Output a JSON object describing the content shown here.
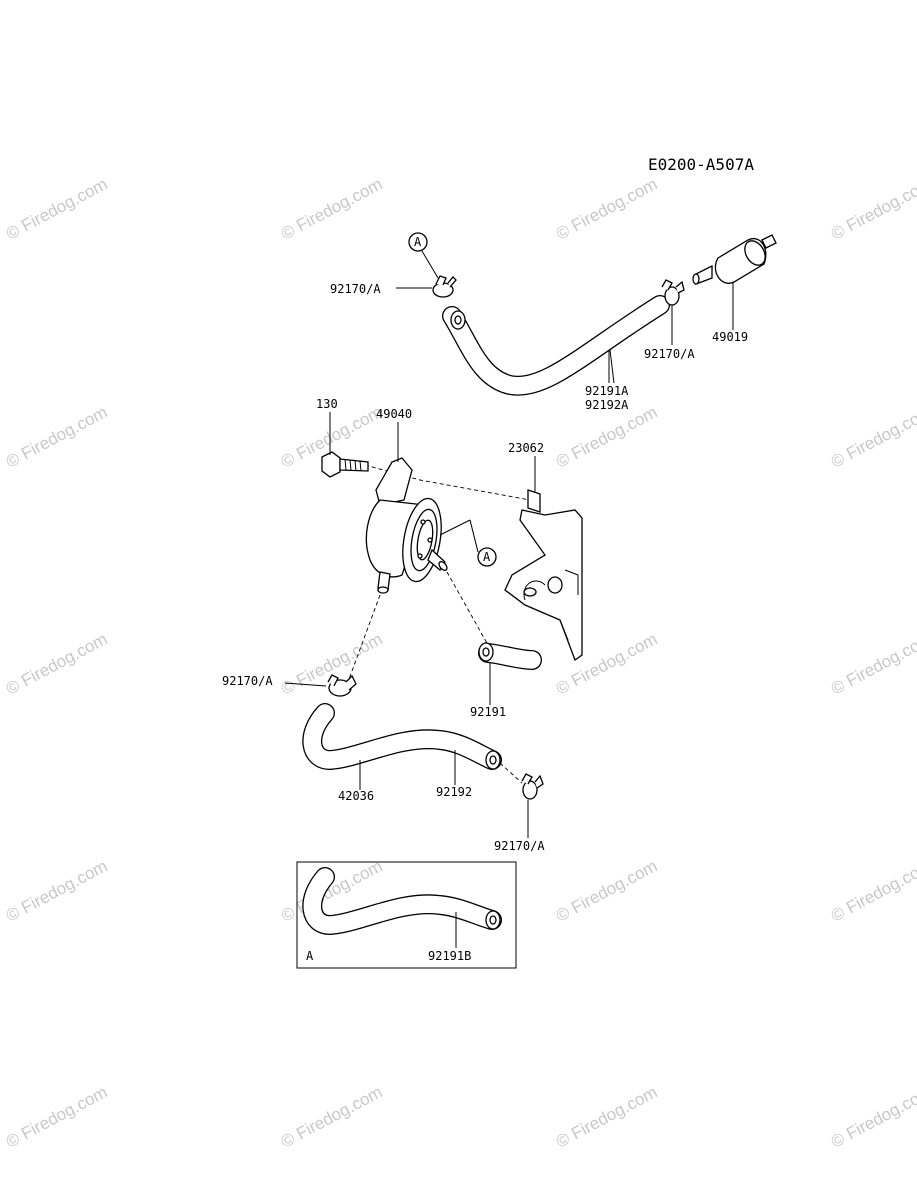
{
  "diagram": {
    "ref_code": "E0200-A507A",
    "inset_tag": "A",
    "callout_letter": "A",
    "watermark": "© Firedog.com",
    "labels": {
      "clamp_top_left": "92170/A",
      "clamp_top_right": "92170/A",
      "filter": "49019",
      "hose_top_1": "92191A",
      "hose_top_2": "92192A",
      "bolt": "130",
      "pump": "49040",
      "bracket": "23062",
      "clamp_mid_left": "92170/A",
      "hose_short": "92191",
      "hose_long": "42036",
      "hose_mid": "92192",
      "clamp_bottom": "92170/A",
      "hose_inset": "92191B"
    }
  }
}
